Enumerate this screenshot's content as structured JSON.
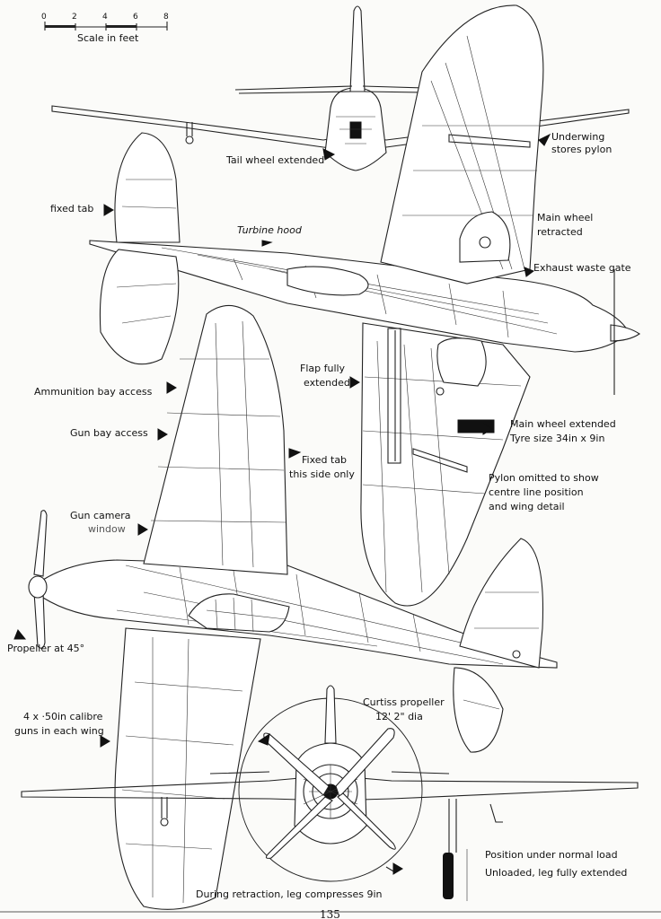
{
  "scale": {
    "ticks": [
      "0",
      "2",
      "4",
      "6",
      "8"
    ],
    "label": "Scale in feet"
  },
  "labels": {
    "tail_wheel": "Tail wheel extended",
    "underwing_pylon_1": "Underwing",
    "underwing_pylon_2": "stores pylon",
    "fixed_tab": "fixed tab",
    "turbine_hood": "Turbine hood",
    "main_wheel_retracted_1": "Main wheel",
    "main_wheel_retracted_2": "retracted",
    "exhaust_gate": "Exhaust waste gate",
    "flap_1": "Flap fully",
    "flap_2": "extended",
    "ammo_bay": "Ammunition bay access",
    "gun_bay": "Gun bay access",
    "fixed_tab_side_1": "Fixed tab",
    "fixed_tab_side_2": "this side only",
    "main_wheel_ext_1": "Main wheel extended",
    "main_wheel_ext_2": "Tyre size 34in x 9in",
    "pylon_omit_1": "Pylon omitted to show",
    "pylon_omit_2": "centre line position",
    "pylon_omit_3": "and wing detail",
    "gun_camera_1": "Gun camera",
    "gun_camera_2": "window",
    "propeller_45": "Propeller at 45°",
    "guns_1": "4 x ·50in calibre",
    "guns_2": "guns in each wing",
    "curtiss_1": "Curtiss propeller",
    "curtiss_2": "12' 2\" dia",
    "normal_load": "Position under normal load",
    "unloaded": "Unloaded, leg fully extended",
    "retraction": "During retraction, leg compresses 9in"
  },
  "page_number": "135"
}
